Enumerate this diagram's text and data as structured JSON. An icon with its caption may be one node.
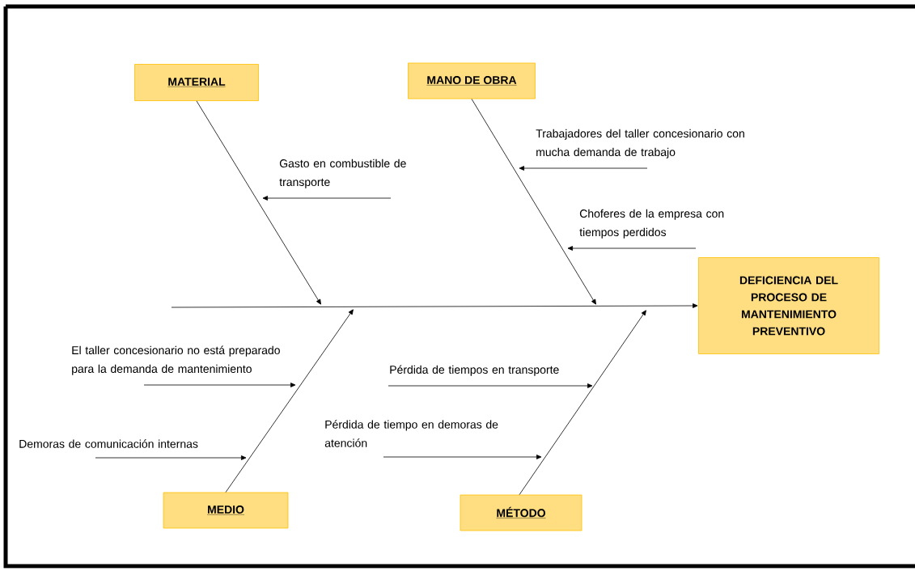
{
  "diagram": {
    "nodes": [
      {
        "text": [
          "MATERIAL"
        ]
      },
      {
        "text": [
          "MANO DE OBRA"
        ]
      },
      {
        "text": [
          "Trabajadores del taller concesionario con mucha demanda de trabajo"
        ]
      },
      {
        "text": [
          "Gasto en combustible de transporte"
        ]
      },
      {
        "text": [
          "Choferes de la empresa con tiempos perdidos"
        ]
      },
      {
        "text": [
          "DEFICIENCIA DEL PROCESO DE MANTENIMIENTO PREVENTIVO"
        ]
      },
      {
        "text": [
          "El taller concesionario no está preparado para la demanda de mantenimiento"
        ]
      },
      {
        "text": [
          "Pérdida de tiempos en transporte"
        ]
      },
      {
        "text": [
          "Pérdida de tiempo en demoras de atención"
        ]
      },
      {
        "text": [
          "Demoras de comunicación internas"
        ]
      },
      {
        "text": [
          "MEDIO"
        ]
      },
      {
        "text": [
          "MÉTODO"
        ]
      }
    ],
    "edges": [
      {
        "from": null,
        "to": 5,
        "arrow": "to"
      },
      {
        "from": 0,
        "to": null,
        "arrow": "to"
      },
      {
        "from": 1,
        "to": null,
        "arrow": "to"
      },
      {
        "from": 10,
        "to": null,
        "arrow": "to"
      },
      {
        "from": 11,
        "to": null,
        "arrow": "to"
      },
      {
        "from": 3,
        "to": null,
        "arrow": "to"
      },
      {
        "from": 2,
        "to": null,
        "arrow": "to"
      },
      {
        "from": 4,
        "to": null,
        "arrow": "to"
      },
      {
        "from": 6,
        "to": null,
        "arrow": "to"
      },
      {
        "from": 9,
        "to": null,
        "arrow": "to"
      },
      {
        "from": 7,
        "to": null,
        "arrow": "to"
      },
      {
        "from": 8,
        "to": null,
        "arrow": "to"
      }
    ]
  }
}
